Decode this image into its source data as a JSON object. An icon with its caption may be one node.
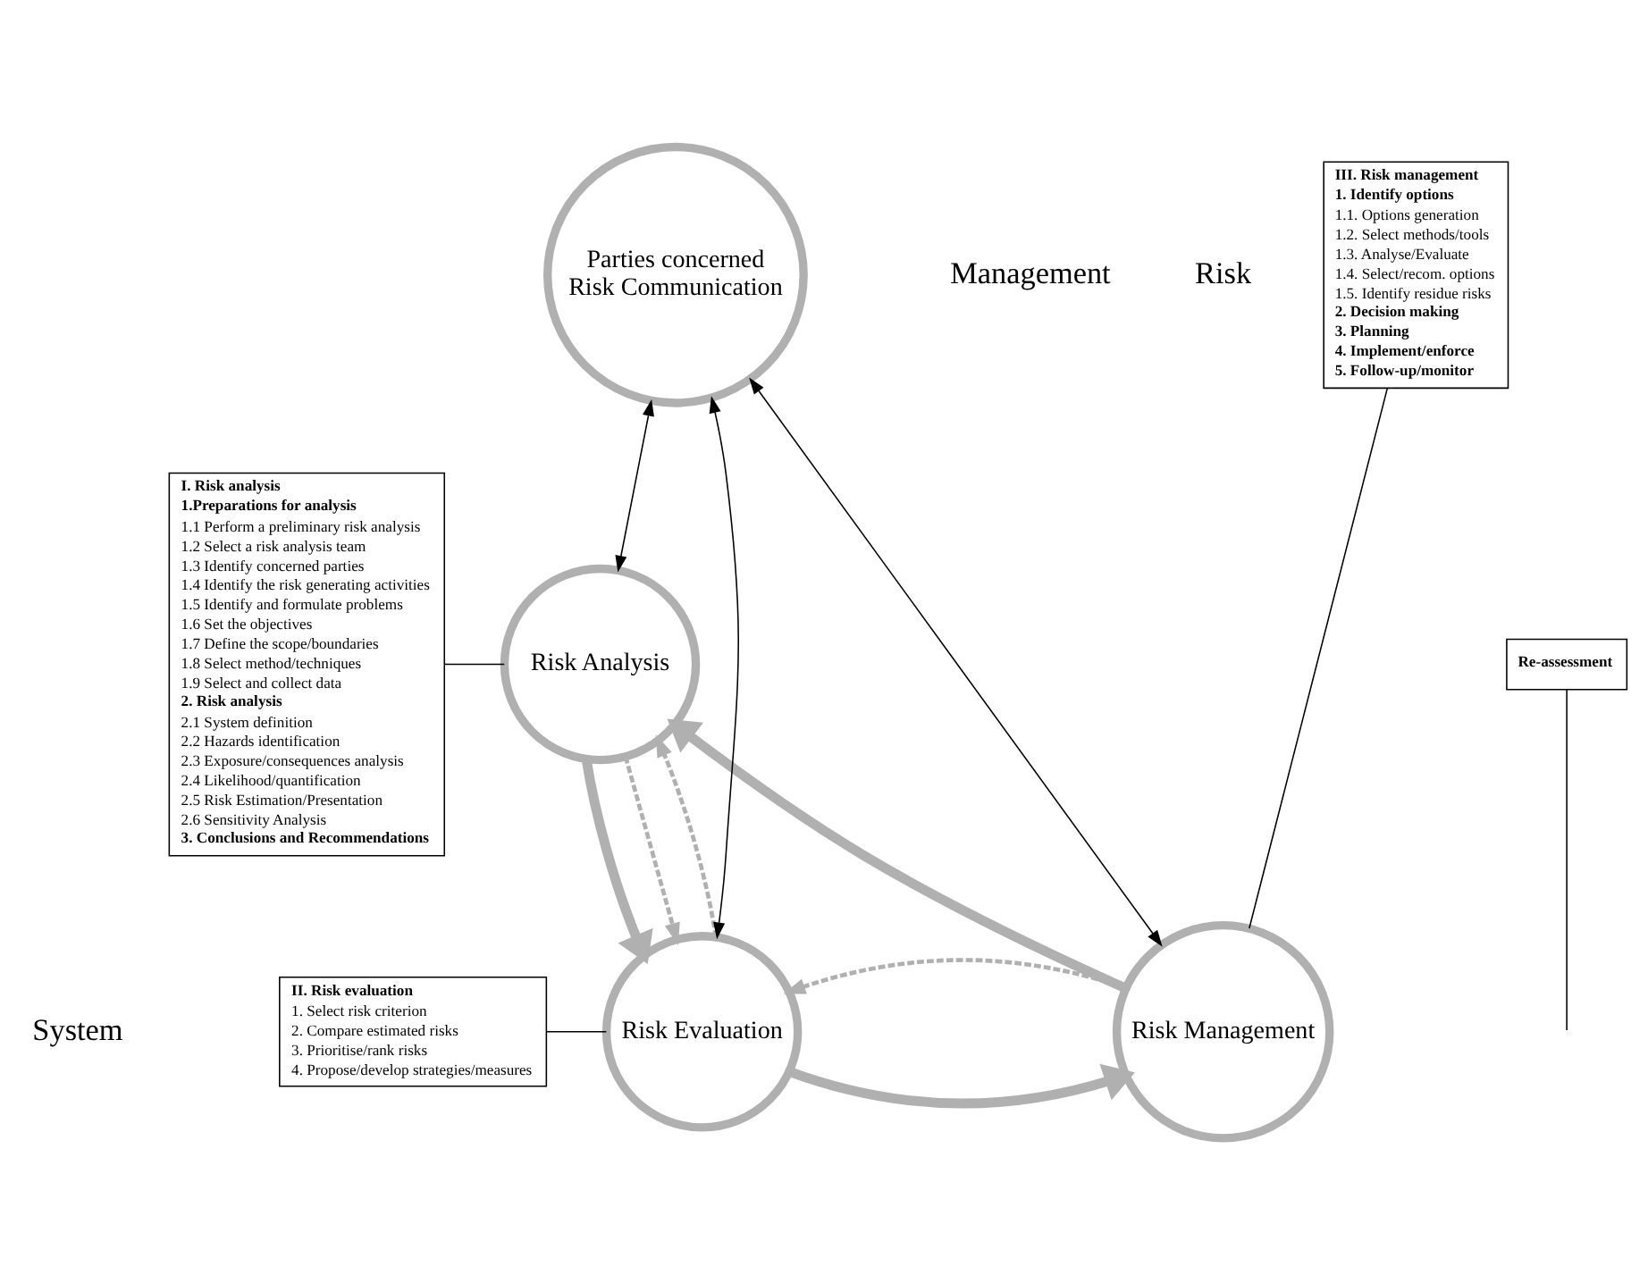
{
  "diagram": {
    "nodes": [
      {
        "text": [
          "Risk Analysis"
        ]
      },
      {
        "text": [
          "Risk Evaluation"
        ]
      },
      {
        "text": [
          "Risk Management"
        ]
      },
      {
        "text": [
          "Parties concerned",
          "Risk Communication"
        ]
      },
      {
        "text": [
          "Re-assessment"
        ]
      },
      {
        "text": [
          "I. Risk analysis",
          "1.Preparations for analysis",
          "1.1 Perform a preliminary risk analysis",
          "1.2 Select a risk analysis team",
          "1.3 Identify concerned parties",
          "1.4 Identify the risk generating activities",
          "1.5 Identify and formulate problems",
          "1.6 Set the objectives",
          "1.7 Define the scope/boundaries",
          "1.8 Select method/techniques",
          "1.9 Select and collect data",
          "2. Risk analysis",
          "2.1 System definition",
          "2.2 Hazards identification",
          "2.3 Exposure/consequences analysis",
          "2.4 Likelihood/quantification",
          "2.5 Risk Estimation/Presentation",
          "2.6 Sensitivity Analysis",
          "3. Conclusions and Recommendations"
        ]
      },
      {
        "text": [
          "III. Risk management",
          "1. Identify options",
          "1.1. Options generation",
          "1.2. Select methods/tools",
          "1.3. Analyse/Evaluate",
          "1.4. Select/recom. options",
          "1.5. Identify residue risks",
          "2. Decision making",
          "3. Planning",
          "4. Implement/enforce",
          "5. Follow-up/monitor"
        ]
      },
      {
        "text": [
          "II. Risk evaluation",
          "1. Select risk criterion",
          "2. Compare estimated risks",
          "3. Prioritise/rank risks",
          "4. Propose/develop strategies/measures"
        ]
      }
    ],
    "edges": [
      {
        "from": 0,
        "to": 1,
        "arrow": "to",
        "style": "thick",
        "color": "#b0b0b0"
      },
      {
        "from": 1,
        "to": 2,
        "arrow": "to",
        "style": "thick",
        "color": "#b0b0b0"
      },
      {
        "from": 2,
        "to": 0,
        "arrow": "to",
        "style": "thick",
        "color": "#b0b0b0"
      },
      {
        "from": 0,
        "to": 1,
        "arrow": "to",
        "style": "dashed",
        "color": "#b0b0b0"
      },
      {
        "from": 1,
        "to": 0,
        "arrow": "to",
        "style": "dashed",
        "color": "#b0b0b0"
      },
      {
        "from": 2,
        "to": 1,
        "arrow": "to",
        "style": "dashed",
        "color": "#b0b0b0"
      },
      {
        "from": 3,
        "to": 0,
        "arrow": "both"
      },
      {
        "from": 3,
        "to": 2,
        "arrow": "both"
      },
      {
        "from": 3,
        "to": 1,
        "arrow": "both"
      },
      {
        "from": 4,
        "to": null,
        "arrow": "none"
      },
      {
        "from": 5,
        "to": 0,
        "arrow": "none"
      },
      {
        "from": 6,
        "to": 2,
        "arrow": "none"
      },
      {
        "from": 7,
        "to": 1,
        "arrow": "none"
      }
    ],
    "labels": [
      "Risk",
      "Management",
      "System"
    ]
  }
}
